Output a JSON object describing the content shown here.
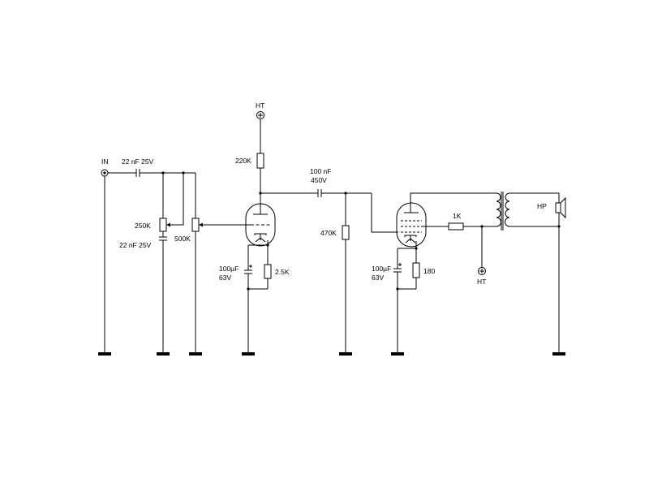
{
  "labels": {
    "input": "IN",
    "input_cap": "22 nF 25V",
    "tone_pot": "250K",
    "tone_cap": "22 nF 25V",
    "volume_pot": "500K",
    "ht_top": "HT",
    "plate_resistor": "220K",
    "coupling_cap_value": "100 nF",
    "coupling_cap_voltage": "450V",
    "grid_resistor": "470K",
    "cathode_cap1_value": "100µF",
    "cathode_cap1_voltage": "63V",
    "cathode_resistor1": "2.5K",
    "screen_resistor": "1K",
    "ht_bottom": "HT",
    "cathode_cap2_value": "100µF",
    "cathode_cap2_voltage": "63V",
    "cathode_resistor2": "180",
    "speaker": "HP"
  }
}
